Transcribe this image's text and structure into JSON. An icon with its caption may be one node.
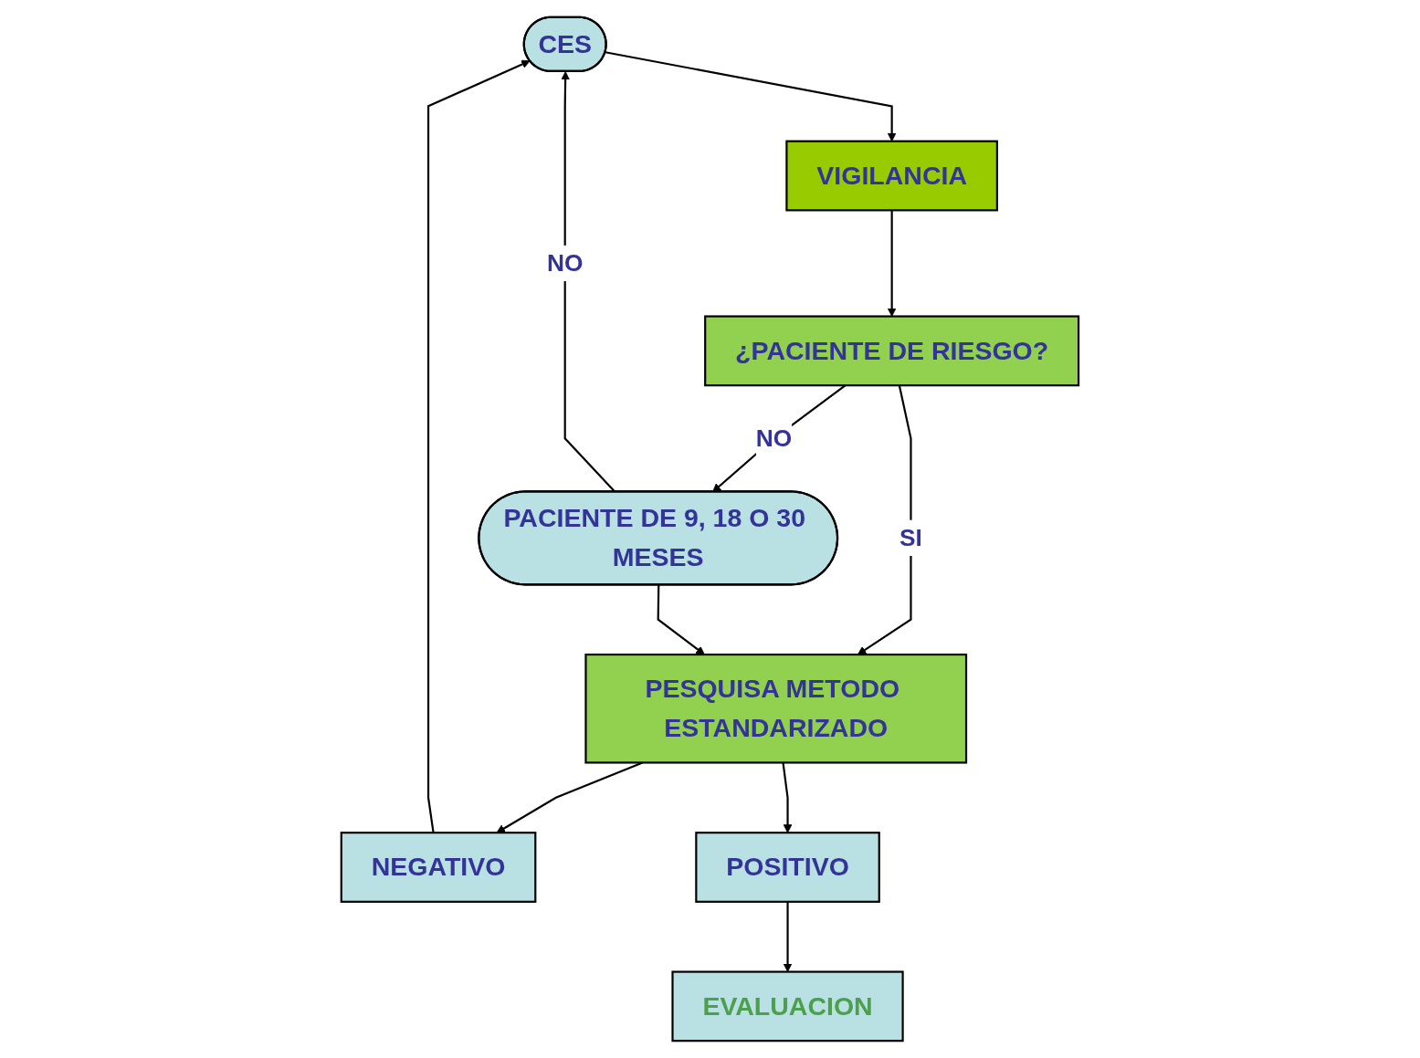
{
  "diagram": {
    "nodes": [
      {
        "text": [
          "CES"
        ]
      },
      {
        "text": [
          "VIGILANCIA"
        ]
      },
      {
        "text": [
          "¿PACIENTE DE RIESGO?"
        ]
      },
      {
        "text": [
          "PACIENTE DE 9, 18 O 30 MESES"
        ]
      },
      {
        "text": [
          "PESQUISA METODO ESTANDARIZADO"
        ]
      },
      {
        "text": [
          "NEGATIVO"
        ]
      },
      {
        "text": [
          "POSITIVO"
        ]
      },
      {
        "text": [
          "EVALUACION"
        ]
      }
    ],
    "edges": [
      {
        "from": 0,
        "to": 1,
        "arrow": "to"
      },
      {
        "from": 1,
        "to": 2,
        "arrow": "to"
      },
      {
        "from": 2,
        "to": 4,
        "label": "SI",
        "arrow": "to"
      },
      {
        "from": 2,
        "to": 3,
        "label": "NO",
        "arrow": "to"
      },
      {
        "from": 3,
        "to": 4,
        "arrow": "to"
      },
      {
        "from": 3,
        "to": 0,
        "label": "NO",
        "arrow": "to"
      },
      {
        "from": 4,
        "to": 5,
        "arrow": "to"
      },
      {
        "from": 4,
        "to": 6,
        "arrow": "to"
      },
      {
        "from": 5,
        "to": 0,
        "arrow": "to"
      },
      {
        "from": 6,
        "to": 7,
        "arrow": "to"
      }
    ]
  }
}
